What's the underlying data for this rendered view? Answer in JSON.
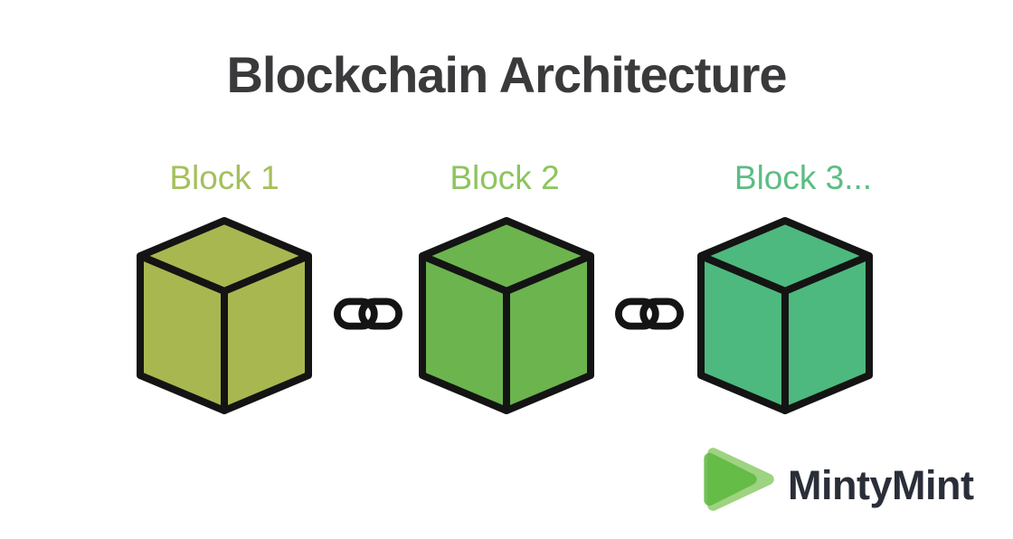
{
  "background": "#ffffff",
  "title": {
    "text": "Blockchain Architecture",
    "color": "#3a3a3c"
  },
  "blocks": [
    {
      "label": "Block 1",
      "label_color": "#a5c05b",
      "cube_color": "#a9b750"
    },
    {
      "label": "Block 2",
      "label_color": "#8cc55e",
      "cube_color": "#6cb44e"
    },
    {
      "label": "Block 3...",
      "label_color": "#5bbd83",
      "cube_color": "#4db97e"
    }
  ],
  "cube_outline_color": "#141414",
  "links": [
    {
      "icon": "chain-link-icon",
      "color": "#141414"
    },
    {
      "icon": "chain-link-icon",
      "color": "#141414"
    }
  ],
  "logo": {
    "text": "MintyMint",
    "text_color": "#2a2e38",
    "mark_icon": "play-triangles-icon",
    "mark_back_color": "#9ed381",
    "mark_front_color": "#5cb83e"
  }
}
